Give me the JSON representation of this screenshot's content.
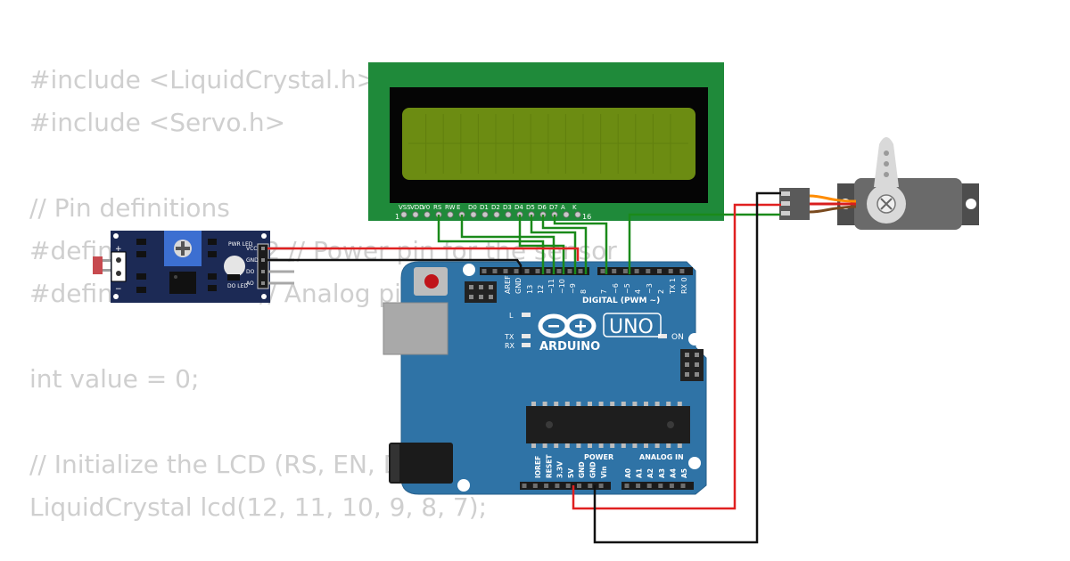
{
  "code": {
    "lines": [
      "#include <LiquidCrystal.h>",
      "#include <Servo.h>",
      "",
      "// Pin definitions",
      "#define sensorPin 2 // Power pin for the sensor",
      "#define ledPin 13 // Analog pin for the sensor output",
      "",
      "int value = 0;",
      "",
      "// Initialize the LCD (RS, EN, D4, D5, D6, D7)",
      "LiquidCrystal lcd(12, 11, 10, 9, 8, 7);"
    ]
  },
  "lcd": {
    "pins": [
      "VSS",
      "VDD",
      "V0",
      "RS",
      "RW",
      "E",
      "D0",
      "D1",
      "D2",
      "D3",
      "D4",
      "D5",
      "D6",
      "D7",
      "A",
      "K"
    ],
    "pin_first": "1",
    "pin_last": "16",
    "pcb_color": "#1f8a3a",
    "screen_color": "#6c8c12"
  },
  "sensor": {
    "pwr_led_label": "PWR LED",
    "do_led_label": "DO LED",
    "pins": [
      "VCC",
      "GND",
      "DO",
      "AO"
    ],
    "plus": "+",
    "minus": "−"
  },
  "arduino": {
    "brand": "ARDUINO",
    "model": "UNO",
    "digital_label": "DIGITAL (PWM ~)",
    "power_label": "POWER",
    "analog_label": "ANALOG IN",
    "on_label": "ON",
    "l_label": "L",
    "tx_label": "TX",
    "rx_label": "RX",
    "digital_pins": [
      "AREF",
      "GND",
      "13",
      "12",
      "~11",
      "~10",
      "~9",
      "8",
      "7",
      "~6",
      "~5",
      "4",
      "~3",
      "2",
      "TX 1",
      "RX 0"
    ],
    "power_pins": [
      "IOREF",
      "RESET",
      "3.3V",
      "5V",
      "GND",
      "GND",
      "Vin"
    ],
    "analog_pins": [
      "A0",
      "A1",
      "A2",
      "A3",
      "A4",
      "A5"
    ],
    "board_color": "#2f73a6"
  },
  "wires": {
    "red": "#e02020",
    "black": "#111111",
    "green": "#1a8a1a"
  }
}
